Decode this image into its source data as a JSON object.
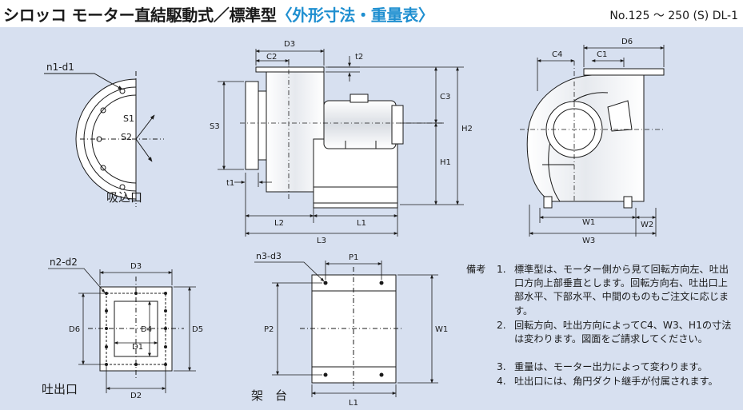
{
  "header": {
    "title_main": "シロッコ モーター直結駆動式／標準型",
    "title_highlight": "〈外形寸法・重量表〉",
    "model": "No.125 ～ 250 (S) DL-1"
  },
  "colors": {
    "panel": "#d7e0f0",
    "accent": "#1f8fd0",
    "line": "#1a1a1a",
    "fill_white": "#ffffff"
  },
  "views": {
    "inlet": {
      "caption": "吸込口",
      "labels": {
        "nd": "n1-d1",
        "s1": "S1",
        "s2": "S2"
      }
    },
    "side": {
      "labels": {
        "d3": "D3",
        "c2": "C2",
        "t2": "t2",
        "s3": "S3",
        "c3": "C3",
        "h2": "H2",
        "h1": "H1",
        "t1": "t1",
        "l2": "L2",
        "l1": "L1",
        "l3": "L3"
      }
    },
    "front": {
      "labels": {
        "d6": "D6",
        "c4": "C4",
        "c1": "C1",
        "w1": "W1",
        "w2": "W2",
        "w3": "W3"
      }
    },
    "outlet": {
      "caption": "吐出口",
      "labels": {
        "nd": "n2-d2",
        "d3": "D3",
        "d6": "D6",
        "d4": "D4",
        "d5": "D5",
        "d1": "D1",
        "d2": "D2"
      }
    },
    "base": {
      "caption": "架　台",
      "labels": {
        "nd": "n3-d3",
        "p1": "P1",
        "p2": "P2",
        "w1": "W1",
        "l1": "L1"
      }
    }
  },
  "notes": {
    "label": "備考",
    "items": [
      {
        "num": "1.",
        "text": "標準型は、モーター側から見て回転方向左、吐出口方向上部垂直とします。回転方向右、吐出口上部水平、下部水平、中間のものもご注文に応じます。"
      },
      {
        "num": "2.",
        "text": "回転方向、吐出方向によってC4、W3、H1の寸法は変わります。図面をご請求してください。"
      },
      {
        "num": "3.",
        "text": "重量は、モーター出力によって変わります。"
      },
      {
        "num": "4.",
        "text": "吐出口には、角円ダクト継手が付属されます。"
      }
    ]
  }
}
